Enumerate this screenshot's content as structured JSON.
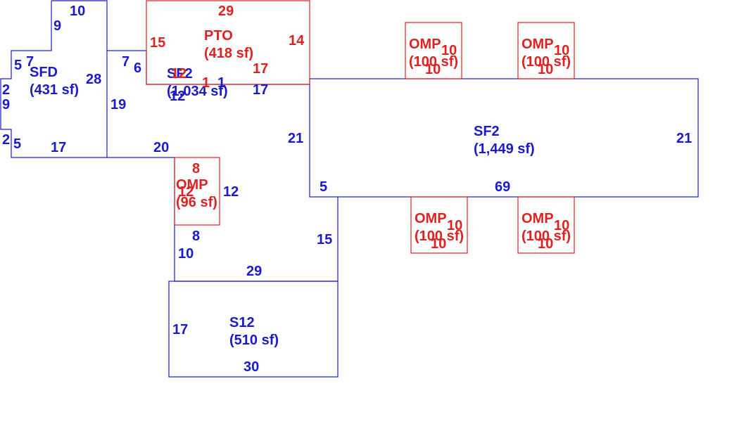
{
  "colors": {
    "main": "#1a1acc",
    "addition": "#dd2222",
    "background": "#ffffff"
  },
  "areas": {
    "sfd": {
      "code": "SFD",
      "area": "(431 sf)"
    },
    "sf2_upper": {
      "code": "SF2",
      "area": "(1,034 sf)"
    },
    "pto": {
      "code": "PTO",
      "area": "(418 sf)"
    },
    "sf2_main": {
      "code": "SF2",
      "area": "(1,449 sf)"
    },
    "s12": {
      "code": "S12",
      "area": "(510 sf)"
    },
    "omp_small": {
      "code": "OMP",
      "area": "(96 sf)"
    },
    "omp_top_left": {
      "code": "OMP",
      "area": "(100 sf)"
    },
    "omp_top_right": {
      "code": "OMP",
      "area": "(100 sf)"
    },
    "omp_bottom_left": {
      "code": "OMP",
      "area": "(100 sf)"
    },
    "omp_bottom_right": {
      "code": "OMP",
      "area": "(100 sf)"
    }
  },
  "dimensions": {
    "sfd": {
      "top": "10",
      "notch_left": "9",
      "step_top": "7",
      "step_left": "5",
      "right": "28",
      "left_upper": "2",
      "left_mid": "9",
      "left_lower": "2",
      "bottom_left": "5",
      "bottom": "17"
    },
    "sf2_upper": {
      "top_left": "7",
      "notch": "6",
      "left": "19",
      "bottom": "20",
      "right": "17",
      "inner_12": "12",
      "inner_1": "1"
    },
    "pto": {
      "top": "29",
      "left": "15",
      "right": "14",
      "bottom_right": "17",
      "bottom_left": "12",
      "bottom_1": "1"
    },
    "sf2_main": {
      "left": "21",
      "right": "21",
      "bottom": "69",
      "bottom_left": "5"
    },
    "connector": {
      "right": "15",
      "left": "10",
      "bottom": "29"
    },
    "omp_small": {
      "top": "8",
      "right": "12",
      "left": "12",
      "bottom": "8"
    },
    "omp_top_left": {
      "side": "10",
      "bottom": "10"
    },
    "omp_top_right": {
      "side": "10",
      "bottom": "10"
    },
    "omp_bottom_left": {
      "side": "10",
      "bottom": "10"
    },
    "omp_bottom_right": {
      "side": "10",
      "bottom": "10"
    },
    "s12": {
      "left": "17",
      "bottom": "30"
    }
  }
}
